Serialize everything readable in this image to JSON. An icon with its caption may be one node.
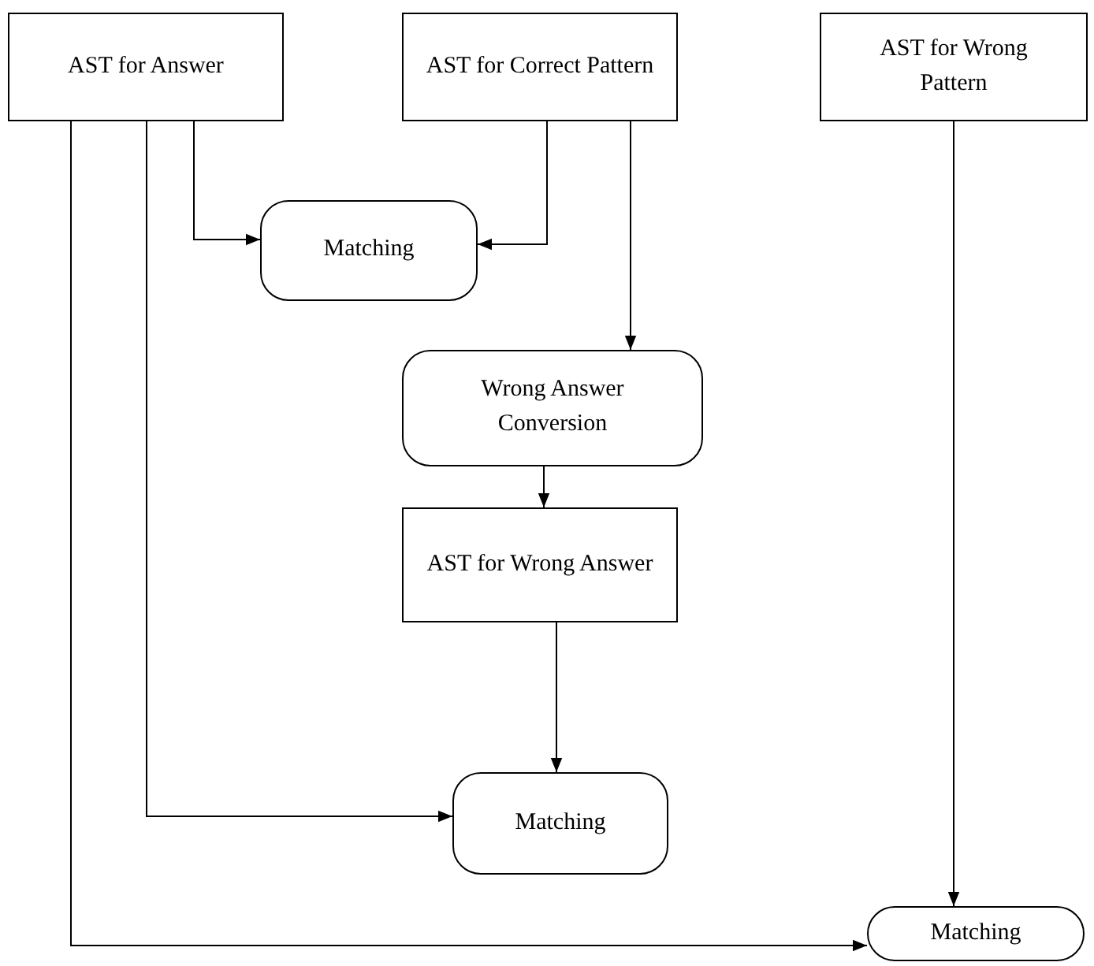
{
  "diagram": {
    "nodes": [
      {
        "text": [
          "AST for Answer"
        ]
      },
      {
        "text": [
          "AST for Correct Pattern"
        ]
      },
      {
        "text": [
          "AST for Wrong Pattern"
        ]
      },
      {
        "text": [
          "Matching"
        ]
      },
      {
        "text": [
          "Wrong Answer Conversion"
        ]
      },
      {
        "text": [
          "AST for Wrong Answer"
        ]
      },
      {
        "text": [
          "Matching"
        ]
      },
      {
        "text": [
          "Matching"
        ]
      }
    ],
    "edges": [
      {
        "from": 0,
        "to": 3,
        "arrow": "to"
      },
      {
        "from": 1,
        "to": 3,
        "arrow": "to"
      },
      {
        "from": 1,
        "to": 4,
        "arrow": "to"
      },
      {
        "from": 4,
        "to": 5,
        "arrow": "to"
      },
      {
        "from": 5,
        "to": 6,
        "arrow": "to"
      },
      {
        "from": 0,
        "to": 6,
        "arrow": "to"
      },
      {
        "from": 2,
        "to": 7,
        "arrow": "to"
      },
      {
        "from": 0,
        "to": 7,
        "arrow": "to"
      }
    ]
  }
}
